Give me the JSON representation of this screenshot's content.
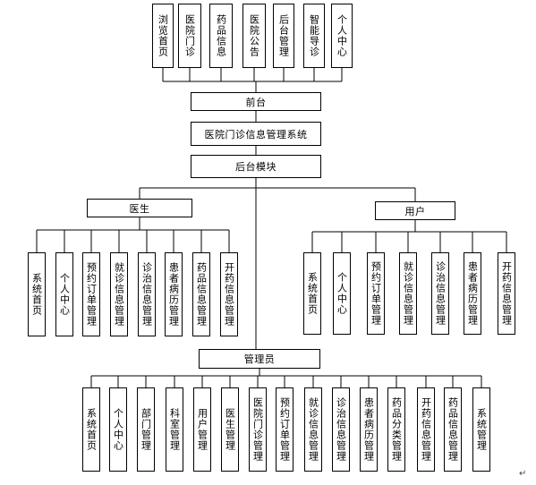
{
  "frontend_modules": [
    "浏览首页",
    "医院门诊",
    "药品信息",
    "医院公告",
    "后台管理",
    "智能导诊",
    "个人中心"
  ],
  "frontend": "前台",
  "system": "医院门诊信息管理系统",
  "backend": "后台模块",
  "doctor": {
    "label": "医生",
    "modules": [
      "系统首页",
      "个人中心",
      "预约订单管理",
      "就诊信息管理",
      "诊治信息管理",
      "患者病历管理",
      "药品信息管理",
      "开药信息管理"
    ]
  },
  "user": {
    "label": "用户",
    "modules": [
      "系统首页",
      "个人中心",
      "预约订单管理",
      "就诊信息管理",
      "诊治信息管理",
      "患者病历管理",
      "开药信息管理"
    ]
  },
  "admin": {
    "label": "管理员",
    "modules": [
      "系统首页",
      "个人中心",
      "部门管理",
      "科室管理",
      "用户管理",
      "医生管理",
      "医院门诊管理",
      "预约订单管理",
      "就诊信息管理",
      "诊治信息管理",
      "患者病历管理",
      "药品分类管理",
      "开药信息管理",
      "药品信息管理",
      "系统管理"
    ]
  },
  "end_mark": "↵"
}
